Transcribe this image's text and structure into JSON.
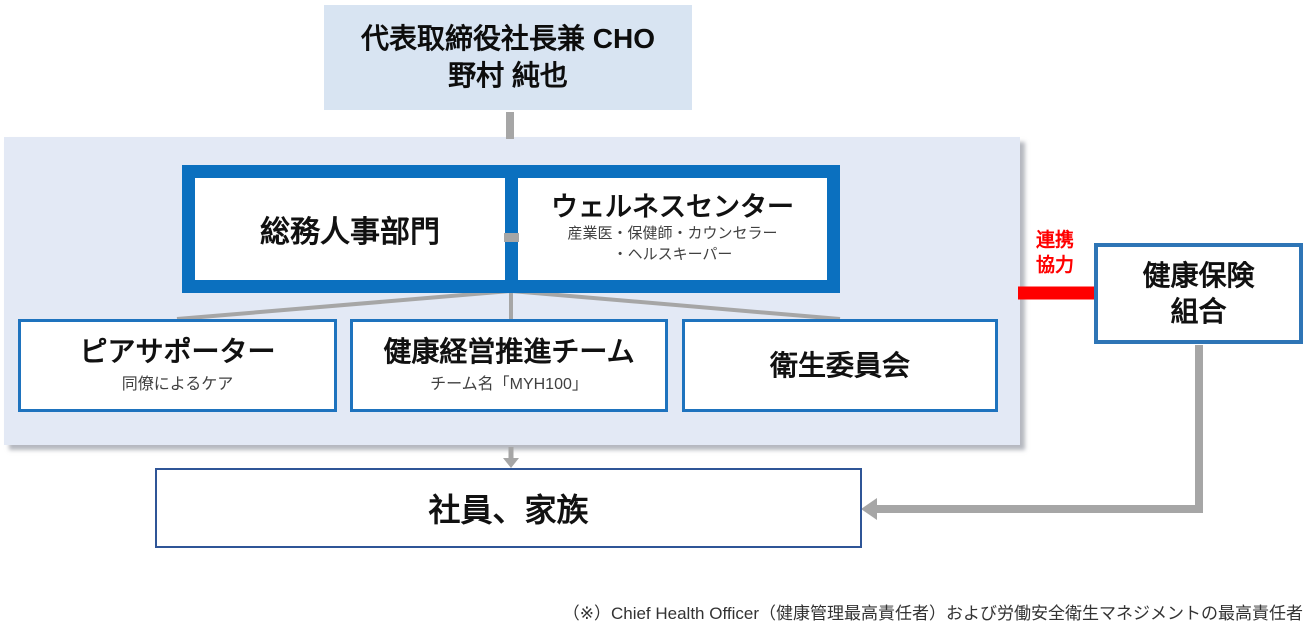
{
  "top_box": {
    "line1": "代表取締役社長兼 CHO",
    "line2": "野村 純也"
  },
  "management_frame": {
    "left_box": {
      "title": "総務人事部門"
    },
    "right_box": {
      "title": "ウェルネスセンター",
      "subtitle_line1": "産業医・保健師・カウンセラー",
      "subtitle_line2": "・ヘルスキーパー"
    }
  },
  "child_boxes": {
    "peer": {
      "title": "ピアサポーター",
      "subtitle": "同僚によるケア"
    },
    "promotion": {
      "title": "健康経営推進チーム",
      "subtitle": "チーム名「MYH100」"
    },
    "hygiene": {
      "title": "衛生委員会"
    }
  },
  "link": {
    "line1": "連携",
    "line2": "協力"
  },
  "insurance_box": {
    "line1": "健康保険",
    "line2": "組合"
  },
  "bottom_box": {
    "label": "社員、家族"
  },
  "footnote": "（※）Chief Health Officer（健康管理最高責任者）および労働安全衛生マネジメントの最高責任者",
  "colors": {
    "top_box_bg": "#d8e4f2",
    "panel_bg": "#e3e9f5",
    "frame_blue": "#0b70bf",
    "child_border_blue": "#1e73be",
    "insurance_border_blue": "#2e75b6",
    "bottom_border_navy": "#2f5597",
    "connector_gray": "#a6a6a6",
    "link_red": "#ff0000"
  }
}
